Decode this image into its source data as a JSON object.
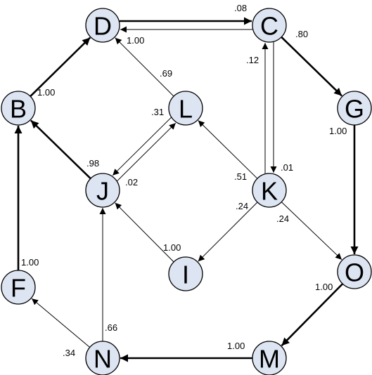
{
  "colors": {
    "node_fill": "#dde4f2",
    "stroke": "#000000",
    "background": "#ffffff"
  },
  "nodes": [
    {
      "id": "D",
      "label": "D"
    },
    {
      "id": "C",
      "label": "C"
    },
    {
      "id": "B",
      "label": "B"
    },
    {
      "id": "L",
      "label": "L"
    },
    {
      "id": "G",
      "label": "G"
    },
    {
      "id": "J",
      "label": "J"
    },
    {
      "id": "K",
      "label": "K"
    },
    {
      "id": "I",
      "label": "I"
    },
    {
      "id": "F",
      "label": "F"
    },
    {
      "id": "O",
      "label": "O"
    },
    {
      "id": "N",
      "label": "N"
    },
    {
      "id": "M",
      "label": "M"
    }
  ],
  "edges": [
    {
      "from": "C",
      "to": "D",
      "weight": ".08",
      "thick": false
    },
    {
      "from": "D",
      "to": "C",
      "weight": "1.00",
      "thick": true
    },
    {
      "from": "B",
      "to": "D",
      "weight": "1.00",
      "thick": true
    },
    {
      "from": "L",
      "to": "D",
      "weight": ".69",
      "thick": false
    },
    {
      "from": "C",
      "to": "G",
      "weight": ".80",
      "thick": true
    },
    {
      "from": "C",
      "to": "K",
      "weight": ".12",
      "thick": false
    },
    {
      "from": "K",
      "to": "C",
      "weight": ".01",
      "thick": false
    },
    {
      "from": "J",
      "to": "B",
      "weight": ".98",
      "thick": true
    },
    {
      "from": "J",
      "to": "L",
      "weight": ".31",
      "thick": false
    },
    {
      "from": "L",
      "to": "J",
      "weight": ".02",
      "thick": false
    },
    {
      "from": "K",
      "to": "L",
      "weight": ".51",
      "thick": false
    },
    {
      "from": "G",
      "to": "O",
      "weight": "1.00",
      "thick": true
    },
    {
      "from": "K",
      "to": "I",
      "weight": ".24",
      "thick": false
    },
    {
      "from": "K",
      "to": "O",
      "weight": ".24",
      "thick": false
    },
    {
      "from": "I",
      "to": "J",
      "weight": "1.00",
      "thick": false
    },
    {
      "from": "N",
      "to": "J",
      "weight": ".66",
      "thick": false
    },
    {
      "from": "F",
      "to": "B",
      "weight": "1.00",
      "thick": true
    },
    {
      "from": "N",
      "to": "F",
      "weight": ".34",
      "thick": false
    },
    {
      "from": "O",
      "to": "M",
      "weight": "1.00",
      "thick": true
    },
    {
      "from": "M",
      "to": "N",
      "weight": "1.00",
      "thick": true
    }
  ]
}
